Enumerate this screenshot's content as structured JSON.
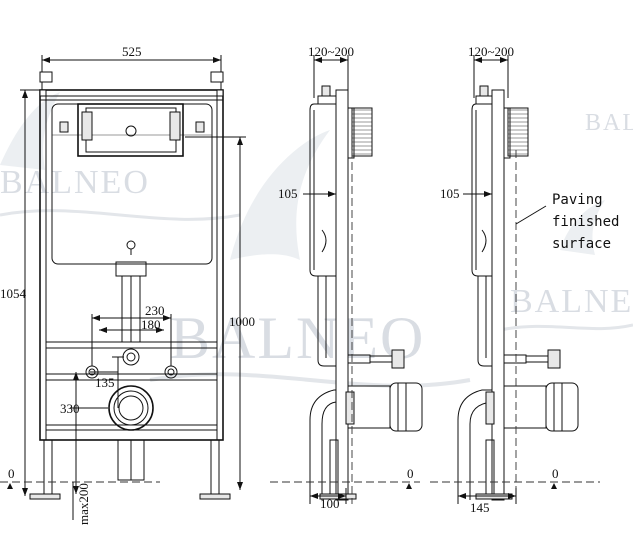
{
  "watermark": {
    "brand": "BALNEO"
  },
  "front_view": {
    "width_label": "525",
    "height_frame_label": "1054",
    "height_flush_label": "1000",
    "inlet_spacing_label": "230",
    "outlet_spacing_label": "180",
    "inlet_height_label": "135",
    "outlet_height_label": "330",
    "zero_label": "0",
    "adjust_label": "max200"
  },
  "side_view_a": {
    "depth_label": "120~200",
    "offset_label": "105",
    "base_label": "100",
    "zero_label": "0"
  },
  "side_view_b": {
    "depth_label": "120~200",
    "offset_label": "105",
    "base_label": "145",
    "zero_label": "0",
    "note_line1": "Paving",
    "note_line2": "finished",
    "note_line3": "surface"
  }
}
